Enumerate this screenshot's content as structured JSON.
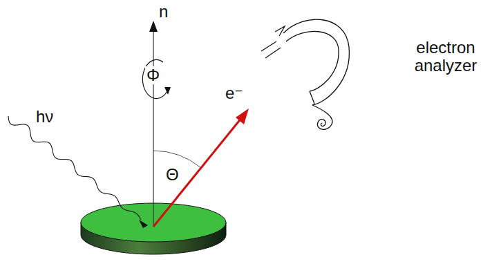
{
  "diagram": {
    "labels": [
      "n",
      "Φ",
      "Θ",
      "e⁻",
      "hν",
      "electron analyzer"
    ]
  }
}
